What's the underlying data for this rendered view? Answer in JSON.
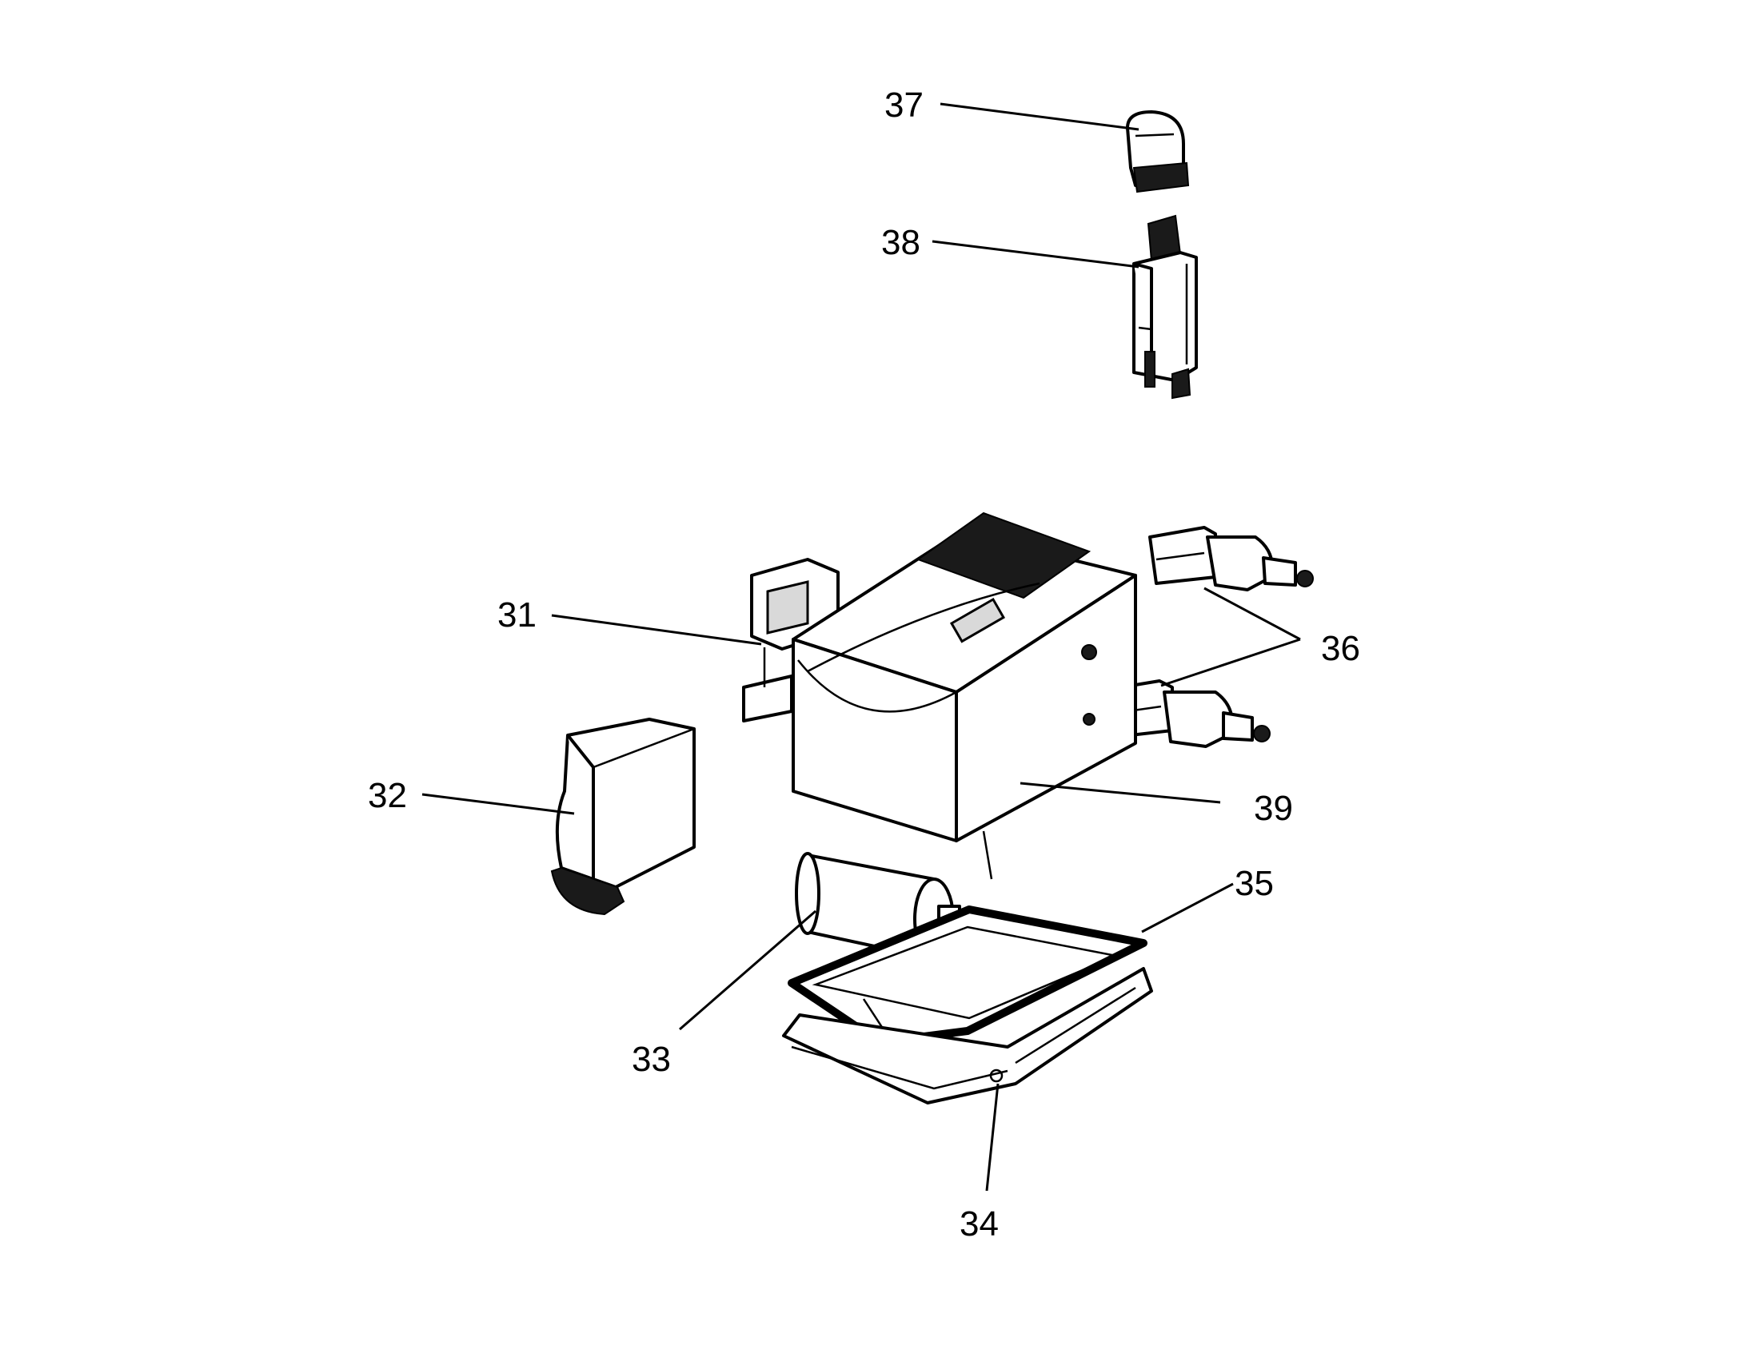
{
  "figure": {
    "callouts": [
      "31",
      "32",
      "33",
      "34",
      "35",
      "36",
      "37",
      "38",
      "39"
    ]
  }
}
